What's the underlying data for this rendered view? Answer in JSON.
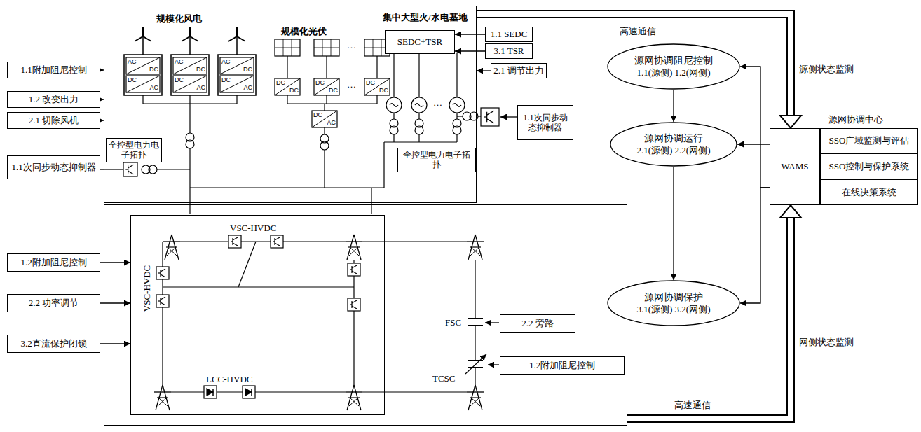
{
  "diagram": {
    "nodes": [
      {
        "text": [
          "规模化风电",
          "规模化光伏",
          "集中大型火/水电基地"
        ]
      },
      {
        "text": [
          "1.1附加阻尼控制"
        ]
      },
      {
        "text": [
          "1.2 改变出力"
        ]
      },
      {
        "text": [
          "2.1 切除风机"
        ]
      },
      {
        "text": [
          "1.1次同步动态抑制器"
        ]
      },
      {
        "text": [
          "全控型电力电子拓扑"
        ],
        "in": 0
      },
      {
        "text": [
          "SEDC+TSR"
        ],
        "in": 0
      },
      {
        "text": [
          "全控型电力电子拓扑"
        ],
        "in": 0
      },
      {
        "text": [
          "1.1 SEDC"
        ]
      },
      {
        "text": [
          "3.1 TSR"
        ]
      },
      {
        "text": [
          "2.1 调节出力"
        ]
      },
      {
        "text": [
          "1.1次同步动态抑制器"
        ]
      },
      {
        "text": [
          "源网协调阻尼控制",
          "1.1(源侧) 1.2(网侧)"
        ]
      },
      {
        "text": [
          "源网协调运行",
          "2.1(源侧) 2.2(网侧)"
        ]
      },
      {
        "text": [
          "源网协调保护",
          "3.1(源侧) 3.2(网侧)"
        ]
      },
      {
        "text": [
          "WAMS"
        ]
      },
      {
        "text": [
          "源网协调中心"
        ]
      },
      {
        "text": [
          "SSO广域监测与评估"
        ],
        "in": 16
      },
      {
        "text": [
          "SSO控制与保护系统"
        ],
        "in": 16
      },
      {
        "text": [
          "在线决策系统"
        ],
        "in": 16
      },
      {
        "text": [
          "FSC",
          "TCSC"
        ]
      },
      {
        "text": [
          "VSC-HVDC",
          "VSC-HVDC",
          "LCC-HVDC"
        ],
        "in": 20
      },
      {
        "text": [
          "1.2附加阻尼控制"
        ]
      },
      {
        "text": [
          "2.2 功率调节"
        ]
      },
      {
        "text": [
          "3.2直流保护闭锁"
        ]
      },
      {
        "text": [
          "2.2 旁路"
        ],
        "in": 20
      },
      {
        "text": [
          "1.2附加阻尼控制"
        ],
        "in": 20
      }
    ],
    "edges": [
      {
        "from": 1,
        "to": 0,
        "arrow": "to"
      },
      {
        "from": 2,
        "to": 0,
        "arrow": "to"
      },
      {
        "from": 3,
        "to": 0,
        "arrow": "to"
      },
      {
        "from": 4,
        "to": 0,
        "arrow": "none"
      },
      {
        "from": 8,
        "to": 6,
        "arrow": "to"
      },
      {
        "from": 9,
        "to": 6,
        "arrow": "to"
      },
      {
        "from": 10,
        "to": 0,
        "arrow": "to"
      },
      {
        "from": 0,
        "to": 15,
        "arrow": "to",
        "label": "源侧状态监测"
      },
      {
        "from": 20,
        "to": 15,
        "arrow": "to",
        "label": "网侧状态监测"
      },
      {
        "from": 12,
        "to": 13,
        "arrow": "to"
      },
      {
        "from": 13,
        "to": 14,
        "arrow": "to"
      },
      {
        "from": 15,
        "to": 13,
        "arrow": "to"
      },
      {
        "from": 15,
        "to": 12,
        "arrow": "to"
      },
      {
        "from": 15,
        "to": 14,
        "arrow": "to"
      },
      {
        "from": 22,
        "to": 21,
        "arrow": "to"
      },
      {
        "from": 23,
        "to": 21,
        "arrow": "to"
      },
      {
        "from": 24,
        "to": 21,
        "arrow": "to"
      }
    ],
    "labels": [
      "AC",
      "DC",
      "DC",
      "AC",
      "AC",
      "DC",
      "DC",
      "AC",
      "AC",
      "DC",
      "DC",
      "AC",
      "DC",
      "DC",
      "DC",
      "DC",
      "DC",
      "DC",
      "DC",
      "AC",
      "…",
      "…",
      "…",
      "高速通信",
      "高速通信"
    ]
  }
}
